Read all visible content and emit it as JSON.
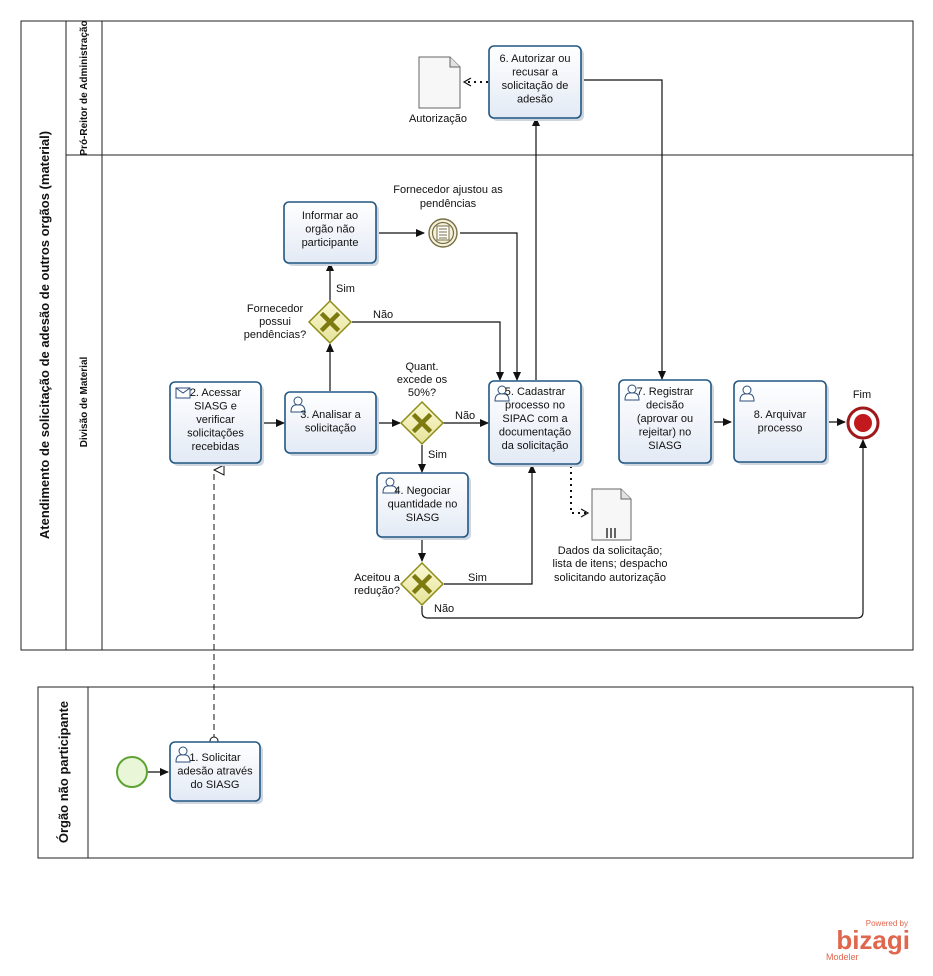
{
  "pool_main": {
    "title": "Atendimento de solicitação de adesão de outros orgãos (material)",
    "lanes": [
      "Pró-Reitor de Administração",
      "Divisão de Material"
    ]
  },
  "pool_external": {
    "title": "Órgão não participante"
  },
  "tasks": {
    "t1": [
      "1. Solicitar",
      "adesão através",
      "do SIASG"
    ],
    "t2": [
      "2. Acessar",
      "SIASG e",
      "verificar",
      "solicitações",
      "recebidas"
    ],
    "t3": [
      "3. Analisar a",
      "solicitação"
    ],
    "t4": [
      "4. Negociar",
      "quantidade no",
      "SIASG"
    ],
    "t5": [
      "5. Cadastrar",
      "processo no",
      "SIPAC com a",
      "documentação",
      "da solicitação"
    ],
    "t6": [
      "6. Autorizar ou",
      "recusar a",
      "solicitação de",
      "adesão"
    ],
    "t7": [
      "7. Registrar",
      "decisão",
      "(aprovar ou",
      "rejeitar) no",
      "SIASG"
    ],
    "t8": [
      "8. Arquivar",
      "processo"
    ],
    "t_inf": [
      "Informar ao",
      "orgão não",
      "participante"
    ]
  },
  "gateways": {
    "g1": [
      "Fornecedor",
      "possui",
      "pendências?"
    ],
    "g2": [
      "Quant.",
      "excede os",
      "50%?"
    ],
    "g3": [
      "Aceitou a",
      "redução?"
    ]
  },
  "flow_labels": {
    "sim": "Sim",
    "nao": "Não"
  },
  "events": {
    "intermediate": [
      "Fornecedor ajustou as",
      "pendências"
    ],
    "end": "Fim"
  },
  "artifacts": {
    "autorizacao": "Autorização",
    "dados": [
      "Dados da solicitação;",
      "lista de itens; despacho",
      "solicitando autorização"
    ]
  },
  "brand": {
    "powered_by": "Powered by",
    "name": "bizagi",
    "sub": "Modeler"
  },
  "colors": {
    "task_fill": "#e8eef8",
    "task_stroke": "#215783",
    "gateway_fill": "#ece9a8",
    "gateway_stroke": "#8f8c17",
    "start_stroke": "#5da333",
    "end_stroke": "#a0171c",
    "brand": "#e0664d"
  }
}
